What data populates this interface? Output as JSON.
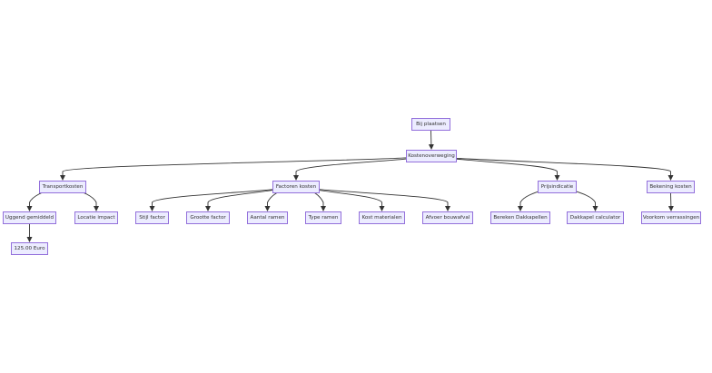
{
  "colors": {
    "background": "#ffffff",
    "node_fill": "#ececff",
    "node_border": "#9370db",
    "edge": "#333333",
    "text": "#333333"
  },
  "diagram": {
    "type": "flowchart-top-down",
    "nodes": {
      "bij_plaatsen": "Bij plaatsen",
      "kostenoverweging": "Kostenoverweging",
      "transportkosten": "Transportkosten",
      "factoren_kosten": "Factoren kosten",
      "prijsindicatie": "Prijsindicatie",
      "bekening_kosten": "Bekening kosten",
      "uggend_gemiddeld": "Uggend gemiddeld",
      "locatie_impact": "Locatie impact",
      "stijl_factor": "Stijl factor",
      "grootte_factor": "Grootte factor",
      "aantal_ramen": "Aantal ramen",
      "type_ramen": "Type ramen",
      "kost_materialen": "Kost materialen",
      "afvoer_bouwafval": "Afvoer bouwafval",
      "bereken_dakkapellen": "Bereken Dakkapellen",
      "dakkapel_calculator": "Dakkapel calculator",
      "voorkom_verrassingen": "Voorkom verrassingen",
      "euro_125": "125.00 Euro"
    },
    "edges": [
      [
        "bij_plaatsen",
        "kostenoverweging"
      ],
      [
        "kostenoverweging",
        "transportkosten"
      ],
      [
        "kostenoverweging",
        "factoren_kosten"
      ],
      [
        "kostenoverweging",
        "prijsindicatie"
      ],
      [
        "kostenoverweging",
        "bekening_kosten"
      ],
      [
        "transportkosten",
        "uggend_gemiddeld"
      ],
      [
        "transportkosten",
        "locatie_impact"
      ],
      [
        "factoren_kosten",
        "stijl_factor"
      ],
      [
        "factoren_kosten",
        "grootte_factor"
      ],
      [
        "factoren_kosten",
        "aantal_ramen"
      ],
      [
        "factoren_kosten",
        "type_ramen"
      ],
      [
        "factoren_kosten",
        "kost_materialen"
      ],
      [
        "factoren_kosten",
        "afvoer_bouwafval"
      ],
      [
        "prijsindicatie",
        "bereken_dakkapellen"
      ],
      [
        "prijsindicatie",
        "dakkapel_calculator"
      ],
      [
        "bekening_kosten",
        "voorkom_verrassingen"
      ],
      [
        "uggend_gemiddeld",
        "euro_125"
      ]
    ]
  }
}
